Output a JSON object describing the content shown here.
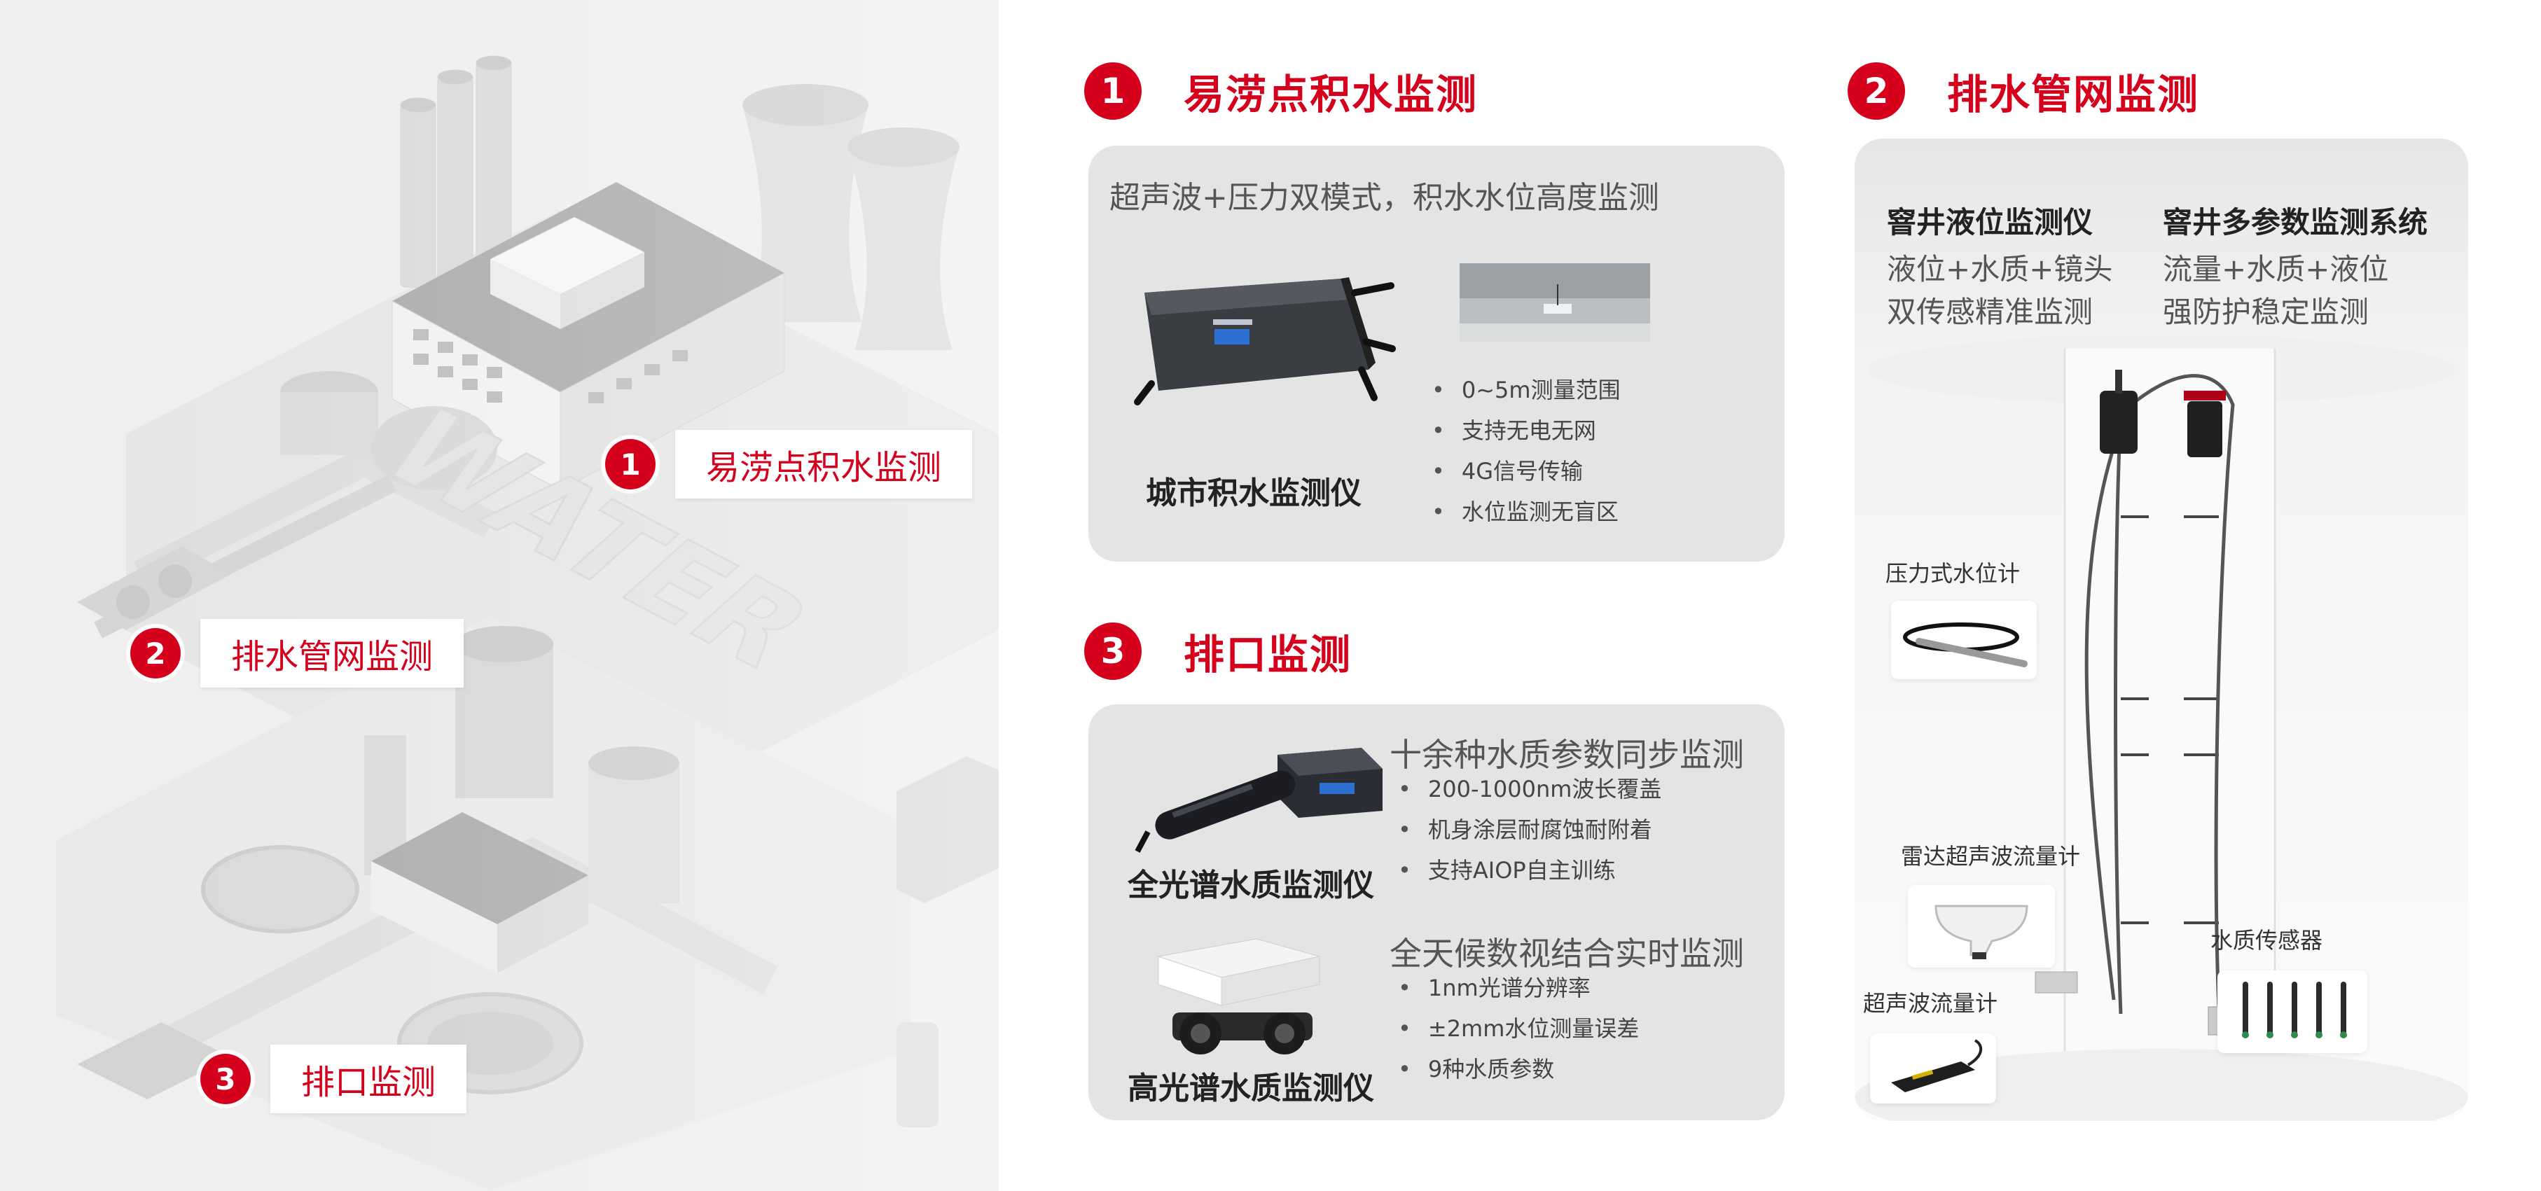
{
  "callouts": [
    {
      "num": "1",
      "label": "易涝点积水监测"
    },
    {
      "num": "2",
      "label": "排水管网监测"
    },
    {
      "num": "3",
      "label": "排口监测"
    }
  ],
  "illustration_text": "WATER",
  "section1": {
    "num": "1",
    "title": "易涝点积水监测",
    "subtitle": "超声波+压力双模式，积水水位高度监测",
    "device_name": "城市积水监测仪",
    "bullets": [
      "0~5m测量范围",
      "支持无电无网",
      "4G信号传输",
      "水位监测无盲区"
    ]
  },
  "section2": {
    "num": "2",
    "title": "排水管网监测",
    "col1": {
      "title": "窨井液位监测仪",
      "line1": "液位+水质+镜头",
      "line2": "双传感精准监测"
    },
    "col2": {
      "title": "窨井多参数监测系统",
      "line1": "流量+水质+液位",
      "line2": "强防护稳定监测"
    },
    "sensors": {
      "pressure": "压力式水位计",
      "radar": "雷达超声波流量计",
      "ultrasonic": "超声波流量计",
      "quality": "水质传感器"
    }
  },
  "section3": {
    "num": "3",
    "title": "排口监测",
    "device1": {
      "name": "全光谱水质监测仪",
      "headline": "十余种水质参数同步监测",
      "bullets": [
        "200-1000nm波长覆盖",
        "机身涂层耐腐蚀耐附着",
        "支持AIOP自主训练"
      ]
    },
    "device2": {
      "name": "高光谱水质监测仪",
      "headline": "全天候数视结合实时监测",
      "bullets": [
        "1nm光谱分辨率",
        "±2mm水位测量误差",
        "9种水质参数"
      ]
    }
  },
  "colors": {
    "accent": "#d5001c",
    "panel": "#e4e4e4",
    "illustration_bg": "#efefef"
  }
}
